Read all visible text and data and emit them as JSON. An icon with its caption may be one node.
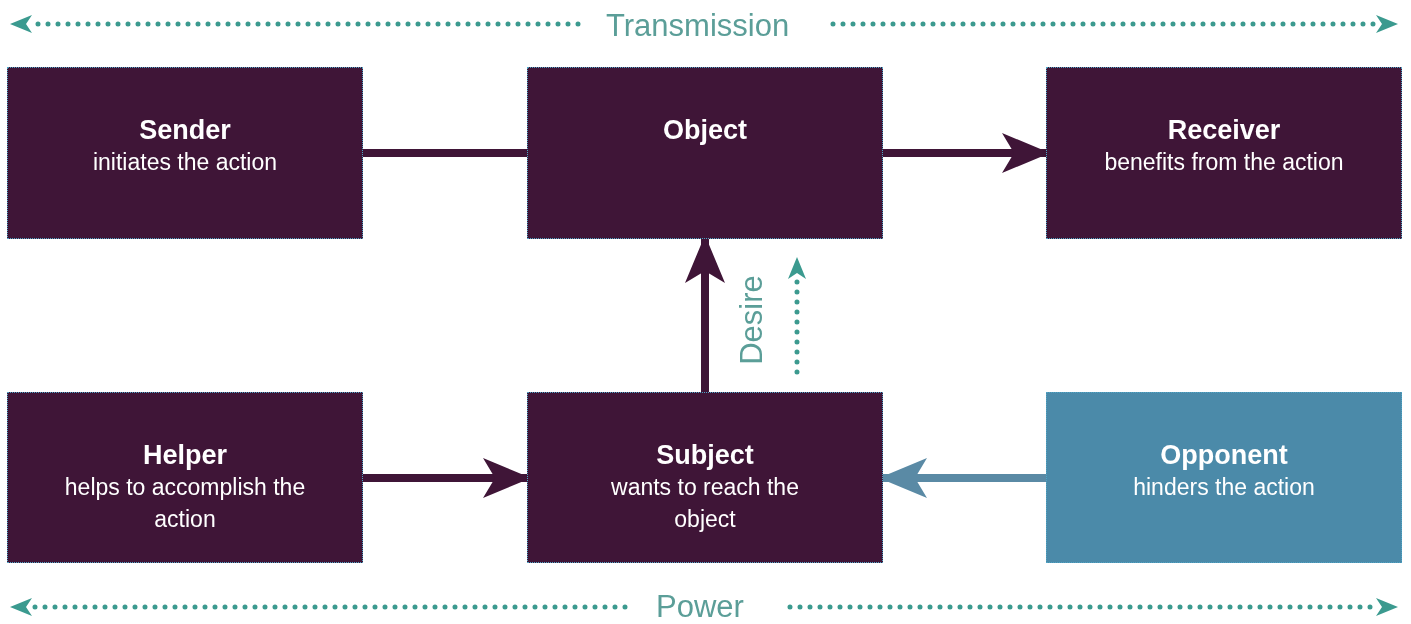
{
  "diagram": {
    "nodes": [
      {
        "text": [
          "Sender",
          "initiates the action"
        ]
      },
      {
        "text": [
          "Object"
        ]
      },
      {
        "text": [
          "Receiver",
          "benefits from the action"
        ]
      },
      {
        "text": [
          "Helper",
          "helps to accomplish the action"
        ]
      },
      {
        "text": [
          "Subject",
          "wants to reach the object"
        ]
      },
      {
        "text": [
          "Opponent",
          "hinders the action"
        ]
      }
    ],
    "edges": [
      {
        "from": 0,
        "to": 1,
        "arrow": "none"
      },
      {
        "from": 1,
        "to": 2,
        "arrow": "to"
      },
      {
        "from": 4,
        "to": 1,
        "arrow": "to"
      },
      {
        "from": 3,
        "to": 4,
        "arrow": "to"
      },
      {
        "from": 5,
        "to": 4,
        "arrow": "to",
        "color": "#5a8aa5"
      }
    ],
    "labels": [
      "Transmission",
      "Desire",
      "Power"
    ]
  }
}
